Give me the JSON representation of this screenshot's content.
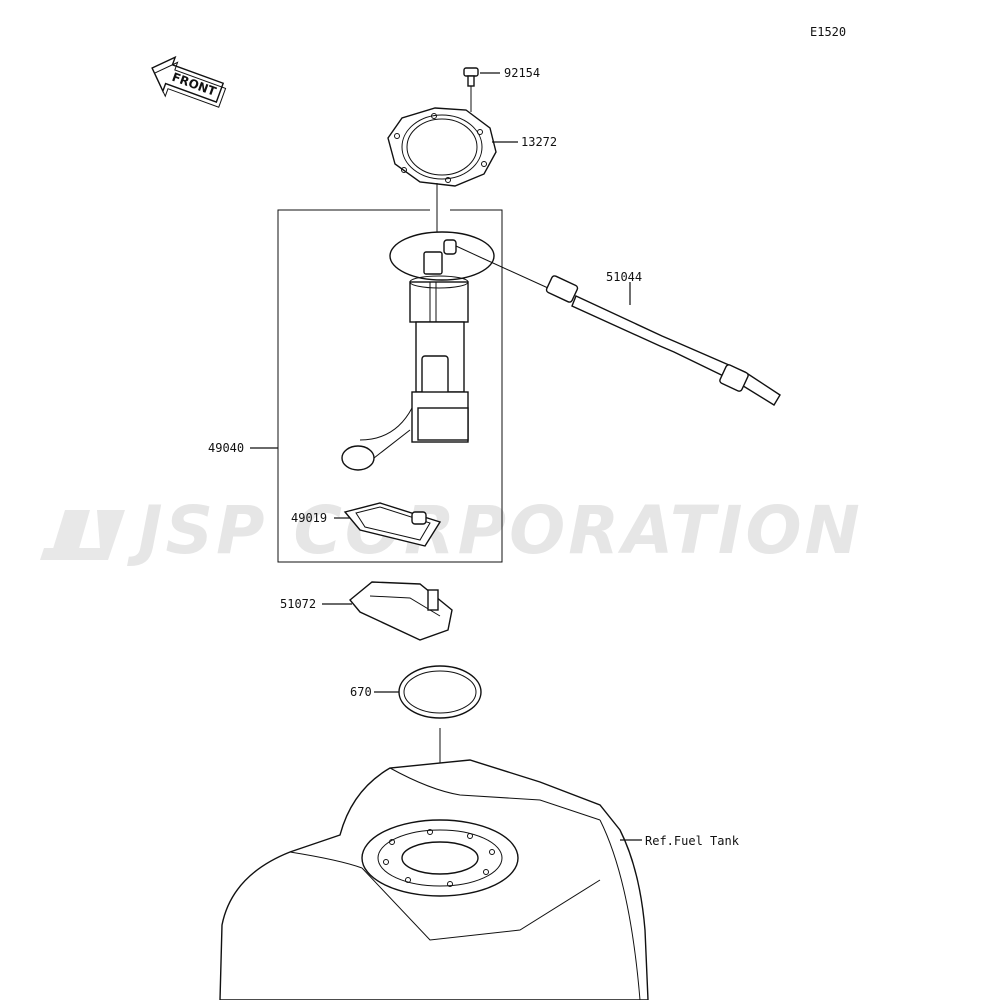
{
  "diagram_code": "E1520",
  "front_label": "FRONT",
  "watermark": "JSP CORPORATION",
  "parts": {
    "bolt": "92154",
    "gasket": "13272",
    "fuel_pump_assy": "49040",
    "hose": "51044",
    "filter": "49019",
    "bracket": "51072",
    "o_ring": "670",
    "fuel_tank": "Ref.Fuel Tank"
  }
}
